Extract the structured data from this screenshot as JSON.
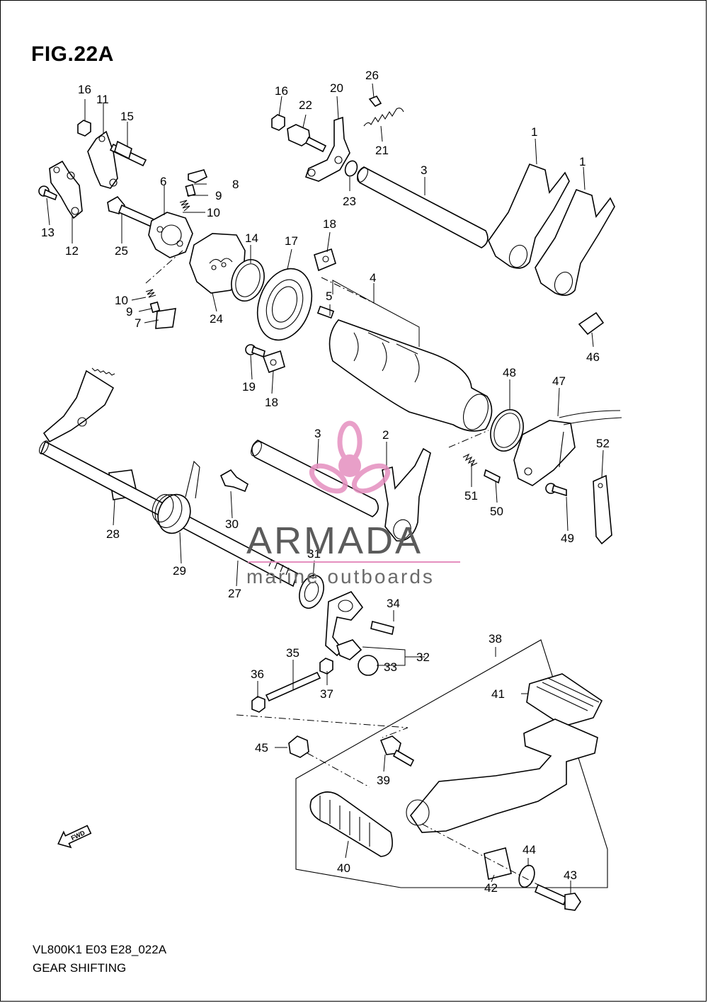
{
  "figure": {
    "title": "FIG.22A",
    "code": "VL800K1 E03 E28_022A",
    "name": "GEAR SHIFTING"
  },
  "watermark": {
    "brand": "ARMADA",
    "tagline": "marine outboards",
    "accent_color": "#e58fbf",
    "text_color": "#5b5b5b"
  },
  "fwd_label": "FWD",
  "callouts": [
    {
      "n": "1"
    },
    {
      "n": "1"
    },
    {
      "n": "2"
    },
    {
      "n": "3"
    },
    {
      "n": "3"
    },
    {
      "n": "4"
    },
    {
      "n": "5"
    },
    {
      "n": "6"
    },
    {
      "n": "7"
    },
    {
      "n": "8"
    },
    {
      "n": "9"
    },
    {
      "n": "9"
    },
    {
      "n": "10"
    },
    {
      "n": "10"
    },
    {
      "n": "11"
    },
    {
      "n": "12"
    },
    {
      "n": "13"
    },
    {
      "n": "14"
    },
    {
      "n": "15"
    },
    {
      "n": "16"
    },
    {
      "n": "16"
    },
    {
      "n": "17"
    },
    {
      "n": "18"
    },
    {
      "n": "18"
    },
    {
      "n": "19"
    },
    {
      "n": "20"
    },
    {
      "n": "21"
    },
    {
      "n": "22"
    },
    {
      "n": "23"
    },
    {
      "n": "24"
    },
    {
      "n": "25"
    },
    {
      "n": "26"
    },
    {
      "n": "27"
    },
    {
      "n": "28"
    },
    {
      "n": "29"
    },
    {
      "n": "30"
    },
    {
      "n": "31"
    },
    {
      "n": "32"
    },
    {
      "n": "33"
    },
    {
      "n": "34"
    },
    {
      "n": "35"
    },
    {
      "n": "36"
    },
    {
      "n": "37"
    },
    {
      "n": "38"
    },
    {
      "n": "39"
    },
    {
      "n": "40"
    },
    {
      "n": "41"
    },
    {
      "n": "42"
    },
    {
      "n": "43"
    },
    {
      "n": "44"
    },
    {
      "n": "45"
    },
    {
      "n": "46"
    },
    {
      "n": "47"
    },
    {
      "n": "48"
    },
    {
      "n": "49"
    },
    {
      "n": "50"
    },
    {
      "n": "51"
    },
    {
      "n": "52"
    }
  ]
}
